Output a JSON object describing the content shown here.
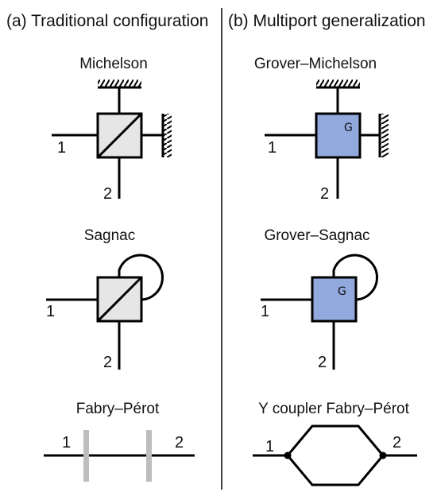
{
  "panels": {
    "left": {
      "heading": "(a) Traditional configuration",
      "diagrams": [
        {
          "title": "Michelson",
          "ports": [
            "1",
            "2"
          ]
        },
        {
          "title": "Sagnac",
          "ports": [
            "1",
            "2"
          ]
        },
        {
          "title": "Fabry–Pérot",
          "ports": [
            "1",
            "2"
          ]
        }
      ]
    },
    "right": {
      "heading": "(b) Multiport generalization",
      "diagrams": [
        {
          "title": "Grover–Michelson",
          "ports": [
            "1",
            "2"
          ],
          "box_label": "G"
        },
        {
          "title": "Grover–Sagnac",
          "ports": [
            "1",
            "2"
          ],
          "box_label": "G"
        },
        {
          "title": "Y coupler Fabry–Pérot",
          "ports": [
            "1",
            "2"
          ]
        }
      ]
    }
  },
  "colors": {
    "line": "#000000",
    "beamsplitter_fill": "#e6e6e6",
    "grover_fill": "#91a9dc",
    "partial_mirror": "#bdbdbd"
  }
}
